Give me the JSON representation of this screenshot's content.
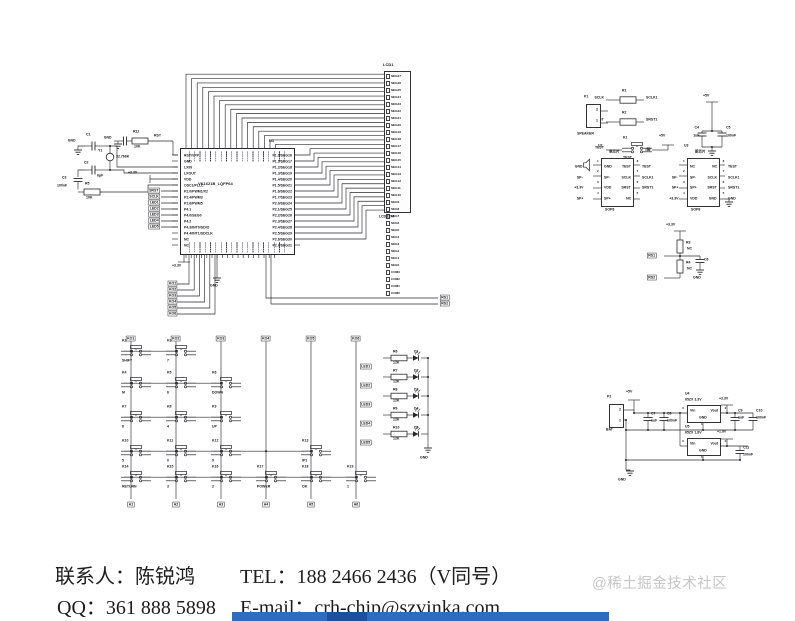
{
  "footer": {
    "contact_name": "联系人：陈锐鸿",
    "contact_tel": "TEL：188 2466 2436（V同号）",
    "contact_qq": "QQ：361 888 5898",
    "contact_email": "E-mail：crh-chip@szvinka.com",
    "watermark": "@稀土掘金技术社区",
    "bar_color": "#2e6cc0",
    "bar_accent": "#1d4f9c"
  },
  "mcu": {
    "ref": "U1",
    "part": "VK1621B_LQFP64",
    "left_pins": [
      "RST/VPP",
      "GND",
      "LXIN",
      "LXOUT",
      "VDD",
      "OSC1/PLLC",
      "P2.0/PWM1/X2",
      "P2.4/PWM3",
      "P2.6/PWM5",
      "P4.1",
      "P4.0/SEG0",
      "P4.2",
      "P4.3/INT0/SDIO",
      "P4.4/INT1/SDCLK",
      "NC",
      "NC"
    ],
    "right_pins": [
      "P1.0/SEG16",
      "P1.1/SEG17",
      "P1.2/SEG18",
      "P1.3/SEG19",
      "P1.4/SEG20",
      "P1.5/SEG21",
      "P1.6/SEG22",
      "P1.7/SEG23",
      "P2.0/SEG24",
      "P2.1/SEG25",
      "P2.2/SEG26",
      "P2.3/SEG27",
      "P2.4/SEG28",
      "P2.5/SEG29",
      "P2.6/SEG30",
      "P2.7/SEG31"
    ],
    "left_nets": [
      "SRST",
      "SCLK",
      "LED1",
      "LED2",
      "LED3",
      "LED4",
      "LED5"
    ],
    "below_nets": [
      "KO1",
      "KO2",
      "KO3",
      "KO4",
      "KO5",
      "KO6"
    ],
    "right_nets": [
      "RS1",
      "RS2"
    ],
    "power_below": "+3.3V",
    "gnd": "GND"
  },
  "lcd": {
    "ref": "LCD1",
    "footprint": "LCD32X4",
    "nets": [
      "SEG27",
      "SEG26",
      "SEG25",
      "SEG24",
      "SEG23",
      "SEG22",
      "SEG21",
      "SEG20",
      "SEG19",
      "SEG18",
      "SEG17",
      "SEG16",
      "SEG15",
      "SEG14",
      "SEG13",
      "SEG12",
      "SEG11",
      "SEG10",
      "SEG9",
      "SEG8",
      "SEG7",
      "SEG6",
      "SEG5",
      "SEG4",
      "SEG3",
      "SEG2",
      "SEG1",
      "SEG0",
      "COM3",
      "COM2",
      "COM1",
      "COM0"
    ]
  },
  "reset": {
    "gnd": "GND",
    "res_ref": "R11",
    "res_val": "10K",
    "net": "RST"
  },
  "crystal": {
    "c_top_ref": "C1",
    "xtal_ref": "Y1",
    "xtal_val": "32.768K",
    "c_bot_ref": "C2",
    "c_bot_val": "6pF",
    "c_filt_ref": "C3",
    "c_filt_val": "100nF",
    "res_ref": "R5",
    "res_val": "10K",
    "pwr": "+3.3V",
    "gnd": "GND"
  },
  "prog": {
    "r1_ref": "R1",
    "r1_a": "SCLK",
    "r1_b": "SCLK1",
    "r2_ref": "R2",
    "r2_a": "SRST",
    "r2_b": "SRST1",
    "k1_ref": "K1",
    "k1_name": "TEST",
    "k1_a": "TEST",
    "k1_b": "+5V"
  },
  "speaker_conn": {
    "ref": "P1",
    "name": "SPEAKER",
    "pins": [
      "2",
      "1"
    ]
  },
  "bulk": {
    "pwr": "+5V",
    "c1_ref": "C4",
    "c1_val": "1uF",
    "c2_ref": "C5",
    "c2_val": "100nF",
    "gnd": "GND"
  },
  "chips": {
    "note": "2脚",
    "u2": {
      "ref": "U2",
      "title": "单芯片",
      "pkg": "SOP8",
      "left": [
        {
          "n": "1",
          "name": "GND",
          "ext": "GND"
        },
        {
          "n": "2",
          "name": "SP-",
          "ext": "SP-"
        },
        {
          "n": "3",
          "name": "VDD",
          "ext": "+3.3V"
        },
        {
          "n": "4",
          "name": "SP+",
          "ext": "SP+"
        }
      ],
      "right": [
        {
          "n": "8",
          "name": "TEST",
          "ext": "TEST"
        },
        {
          "n": "7",
          "name": "SCLK",
          "ext": "SCLK1"
        },
        {
          "n": "6",
          "name": "SRST",
          "ext": "SRST1"
        },
        {
          "n": "5",
          "name": "NC",
          "ext": ""
        }
      ]
    },
    "u3": {
      "ref": "U3",
      "title": "新芯片",
      "pkg": "SOP8",
      "left": [
        {
          "n": "1",
          "name": "NC",
          "ext": ""
        },
        {
          "n": "2",
          "name": "SP-",
          "ext": "SP-"
        },
        {
          "n": "3",
          "name": "SP+",
          "ext": "SP+"
        },
        {
          "n": "4",
          "name": "VDD",
          "ext": "+3.3V"
        }
      ],
      "right": [
        {
          "n": "8",
          "name": "NC",
          "ext": "TEST"
        },
        {
          "n": "7",
          "name": "SCLK",
          "ext": "SCLK1"
        },
        {
          "n": "6",
          "name": "SRST",
          "ext": "SRST1"
        },
        {
          "n": "5",
          "name": "GND",
          "ext": "GND"
        }
      ]
    }
  },
  "divider": {
    "pwr": "+3.3V",
    "r_top_ref": "R3",
    "r_top_val": "NC",
    "r_bot_ref": "R4",
    "r_bot_val": "NC",
    "net_mid": "RS1",
    "net_bot": "RS2",
    "cap_ref": "C6",
    "gnd": "GND"
  },
  "matrix": {
    "cols": [
      "KO1",
      "KO2",
      "KO3",
      "KO4",
      "KO5",
      "KO6"
    ],
    "returns": [
      "A1",
      "A2",
      "A3",
      "A4",
      "A5",
      "A6"
    ],
    "keys": [
      {
        "ref": "K2",
        "label": "SHIFT",
        "col": 0,
        "row": 0
      },
      {
        "ref": "K3",
        "label": "7",
        "col": 1,
        "row": 0
      },
      {
        "ref": "K4",
        "label": "M",
        "col": 0,
        "row": 1
      },
      {
        "ref": "K5",
        "label": "6",
        "col": 1,
        "row": 1
      },
      {
        "ref": "K6",
        "label": "DOWN",
        "col": 2,
        "row": 1
      },
      {
        "ref": "K7",
        "label": "8",
        "col": 0,
        "row": 2
      },
      {
        "ref": "K8",
        "label": "4",
        "col": 1,
        "row": 2
      },
      {
        "ref": "K9",
        "label": "UP",
        "col": 2,
        "row": 2
      },
      {
        "ref": "K10",
        "label": "5",
        "col": 0,
        "row": 3
      },
      {
        "ref": "K11",
        "label": "0",
        "col": 1,
        "row": 3
      },
      {
        "ref": "K12",
        "label": "9",
        "col": 2,
        "row": 3
      },
      {
        "ref": "K13",
        "label": "IP1",
        "col": 4,
        "row": 3
      },
      {
        "ref": "K14",
        "label": "RETURN",
        "col": 0,
        "row": 4
      },
      {
        "ref": "K15",
        "label": "3",
        "col": 1,
        "row": 4
      },
      {
        "ref": "K16",
        "label": "2",
        "col": 2,
        "row": 4
      },
      {
        "ref": "K17",
        "label": "POWER",
        "col": 3,
        "row": 4
      },
      {
        "ref": "K18",
        "label": "OK",
        "col": 4,
        "row": 4
      },
      {
        "ref": "K19",
        "label": "1",
        "col": 5,
        "row": 4
      }
    ]
  },
  "led_block": {
    "gnd": "GND",
    "rows": [
      {
        "net": "LED1",
        "r": "R6",
        "rv": "12K",
        "d": "D1"
      },
      {
        "net": "LED2",
        "r": "R7",
        "rv": "12K",
        "d": "D2"
      },
      {
        "net": "LED3",
        "r": "R8",
        "rv": "12K",
        "d": "D3"
      },
      {
        "net": "LED4",
        "r": "R9",
        "rv": "12K",
        "d": "D4"
      },
      {
        "net": "LED5",
        "r": "R10",
        "rv": "12K",
        "d": "D5"
      }
    ]
  },
  "power": {
    "conn_ref": "P2",
    "conn_name": "BAT",
    "conn_pins": [
      "2",
      "1"
    ],
    "vin": "+5V",
    "gnd": "GND",
    "cin": [
      {
        "ref": "C7",
        "val": "1uF"
      },
      {
        "ref": "C8",
        "val": "100nF"
      }
    ],
    "regpin": {
      "in": "3",
      "out": "2",
      "gnd": "1"
    },
    "reg1": {
      "ref": "U4",
      "part": "65ZX 3.3V",
      "vin": "Vin",
      "vout": "Vout",
      "gnd": "GND",
      "out": "+3.3V",
      "c1_ref": "C9",
      "c1_val": "1uF",
      "c2_ref": "C10",
      "c2_val": "100nF"
    },
    "reg2": {
      "ref": "U5",
      "part": "65ZX 1.8V",
      "vin": "Vin",
      "vout": "Vout",
      "gnd": "GND",
      "out": "+1.8V",
      "c1_ref": "C11",
      "c1_val": "100nF"
    }
  }
}
